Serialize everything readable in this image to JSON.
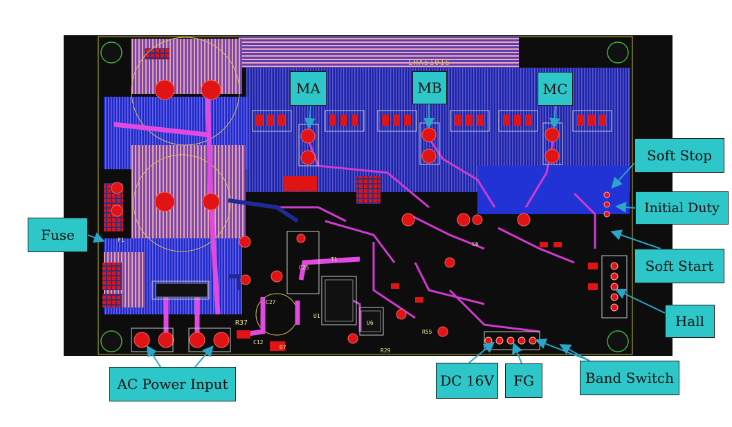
{
  "diagram": {
    "board_caption": "LHA5101S",
    "silkscreen": [
      "R37",
      "C12",
      "C25",
      "C27",
      "U1",
      "U6",
      "F1",
      "R29",
      "C6",
      "R55",
      "D7",
      "T1"
    ],
    "labels": {
      "ma": "MA",
      "mb": "MB",
      "mc": "MC",
      "soft_stop": "Soft Stop",
      "initial_duty": "Initial Duty",
      "soft_start": "Soft Start",
      "hall": "Hall",
      "fuse": "Fuse",
      "ac_power_input": "AC Power Input",
      "dc16v": "DC 16V",
      "fg": "FG",
      "band_switch": "Band Switch"
    },
    "colors": {
      "board_bg": "#0d0d0d",
      "copper_top": "#c93cc9",
      "copper_bottom": "#2233d6",
      "pad": "#e01414",
      "silk_hatch": "#e6a0b0",
      "callout_fill": "#2ec7c9",
      "arrow": "#2aa6c8"
    }
  }
}
